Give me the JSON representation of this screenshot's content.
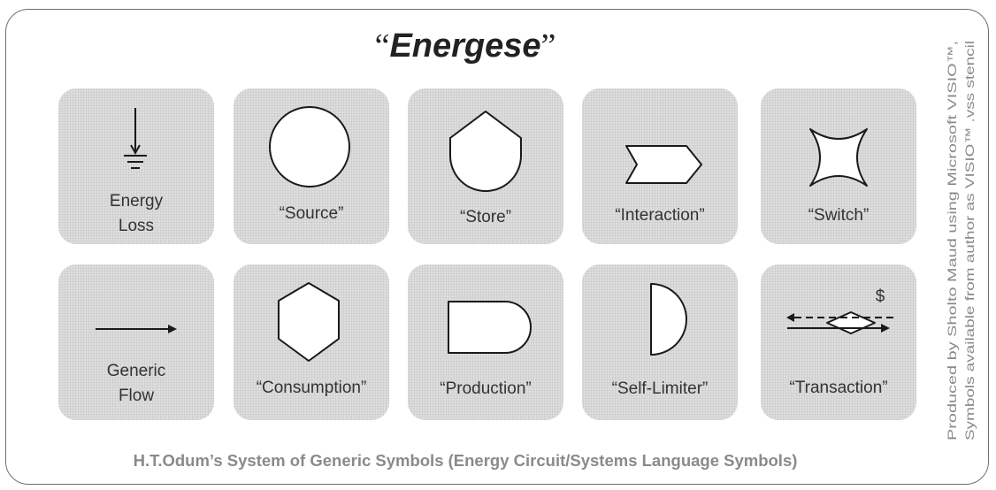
{
  "title": {
    "open_quote": "“",
    "word": "Energese",
    "close_quote": "”"
  },
  "symbols": [
    {
      "name": "energy-loss",
      "line1": "Energy",
      "line2": "Loss"
    },
    {
      "name": "source",
      "line1": "“Source”"
    },
    {
      "name": "store",
      "line1": "“Store”"
    },
    {
      "name": "interaction",
      "line1": "“Interaction”"
    },
    {
      "name": "switch",
      "line1": "“Switch”"
    },
    {
      "name": "generic-flow",
      "line1": "Generic",
      "line2": "Flow"
    },
    {
      "name": "consumption",
      "line1": "“Consumption”"
    },
    {
      "name": "production",
      "line1": "“Production”"
    },
    {
      "name": "self-limiter",
      "line1": "“Self-Limiter”"
    },
    {
      "name": "transaction",
      "line1": "“Transaction”",
      "money": "$"
    }
  ],
  "footer": "H.T.Odum’s System of Generic Symbols (Energy Circuit/Systems Language Symbols)",
  "credits": {
    "line1": "Produced by Sholto Maud using Microsoft VISIO™,",
    "line2": "Symbols available from author as VISIO™ .vss stencil"
  },
  "colors": {
    "tile": "#dedede",
    "stroke": "#1a1a1a",
    "footer_text": "#8a8a8a"
  }
}
